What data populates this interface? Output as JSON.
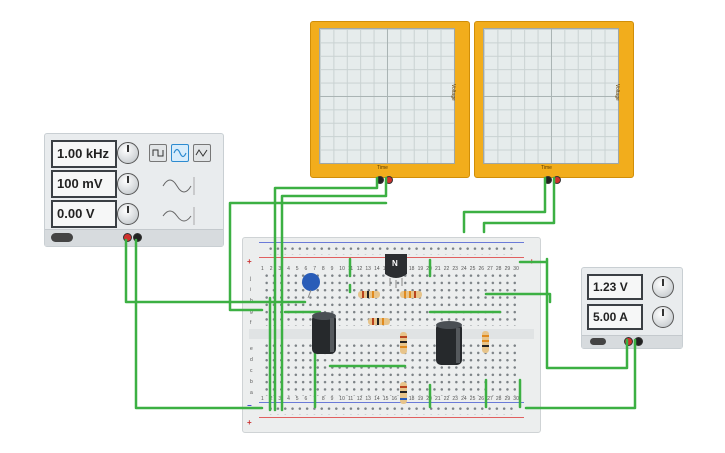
{
  "function_generator": {
    "frequency": "1.00 kHz",
    "amplitude": "100 mV",
    "dc_offset": "0.00 V",
    "waveforms": [
      "square-wave-icon",
      "sine-wave-icon",
      "triangle-wave-icon"
    ],
    "active_waveform": "sine-wave-icon"
  },
  "oscilloscope_1": {
    "x_label": "Time",
    "y_label": "Voltage"
  },
  "oscilloscope_2": {
    "x_label": "Time",
    "y_label": "Voltage"
  },
  "power_supply": {
    "voltage": "1.23 V",
    "current": "5.00 A"
  },
  "breadboard": {
    "plus_sign": "+",
    "minus_sign": "−",
    "row_letters_top": [
      "j",
      "i",
      "h",
      "g",
      "f"
    ],
    "row_letters_bottom": [
      "e",
      "d",
      "c",
      "b",
      "a"
    ],
    "column_numbers": [
      "1",
      "2",
      "3",
      "4",
      "5",
      "6",
      "7",
      "8",
      "9",
      "10",
      "11",
      "12",
      "13",
      "14",
      "15",
      "16",
      "17",
      "18",
      "19",
      "20",
      "21",
      "22",
      "23",
      "24",
      "25",
      "26",
      "27",
      "28",
      "29",
      "30"
    ]
  },
  "transistor": {
    "label": "N"
  },
  "colors": {
    "wire": "#3cb043",
    "scope_frame": "#f2ad1c",
    "probe_red": "#d0312d",
    "probe_black": "#222222"
  }
}
